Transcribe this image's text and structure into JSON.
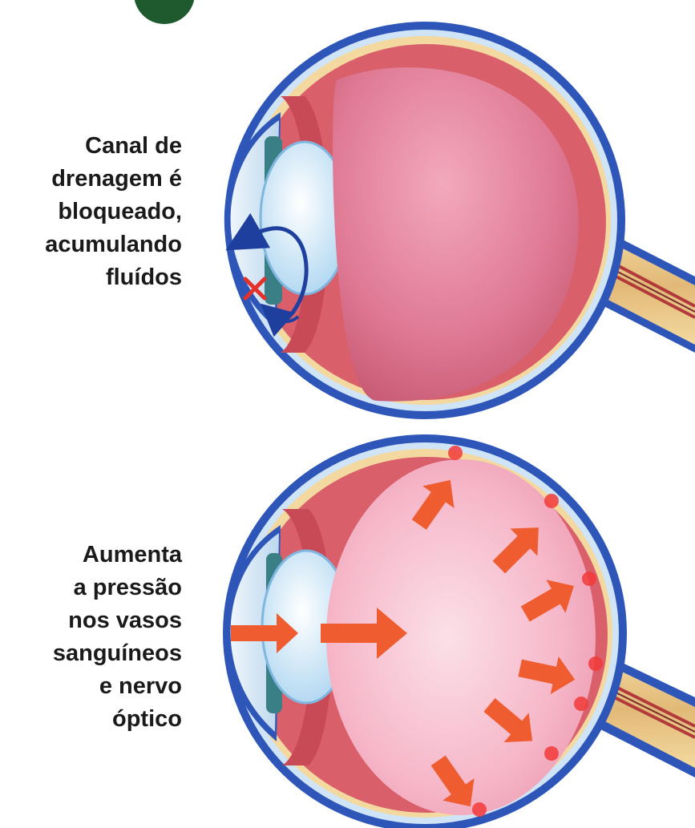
{
  "diagram": {
    "top_label": {
      "lines": [
        "Canal de",
        "drenagem é",
        "bloqueado,",
        "acumulando",
        "fluídos"
      ]
    },
    "bottom_label": {
      "lines": [
        "Aumenta",
        "a pressão",
        "nos vasos",
        "sanguíneos",
        "e nervo",
        "óptico"
      ]
    },
    "colors": {
      "outer_sclera": "#2e56b8",
      "choroid": "#d9606b",
      "retina": "#f3d9a0",
      "vitreous": "#d96a86",
      "vitreous_highlight": "#f7c6d2",
      "cornea": "#d7e8f6",
      "lens": "#bfe0f5",
      "iris": "#3a7e86",
      "flow_arrow": "#1f3f9e",
      "block_mark": "#e4322b",
      "pressure_arrow": "#ee5c2f",
      "pressure_spot": "#f23a3a"
    }
  }
}
